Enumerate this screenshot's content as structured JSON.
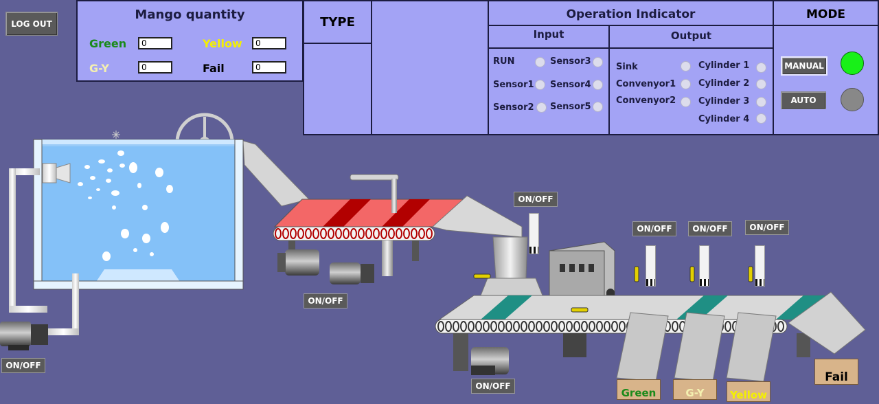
{
  "logout": {
    "label": "LOG OUT"
  },
  "mango": {
    "title": "Mango quantity",
    "green_label": "Green",
    "green_value": "0",
    "yellow_label": "Yellow",
    "yellow_value": "0",
    "gy_label": "G-Y",
    "gy_value": "0",
    "fail_label": "Fail",
    "fail_value": "0"
  },
  "type": {
    "title": "TYPE"
  },
  "operation": {
    "title": "Operation Indicator",
    "input_title": "Input",
    "output_title": "Output",
    "inputs": [
      "RUN",
      "Sensor1",
      "Sensor2",
      "Sensor3",
      "Sensor4",
      "Sensor5"
    ],
    "outputs": [
      "Sink",
      "Convenyor1",
      "Convenyor2",
      "Cylinder 1",
      "Cylinder 2",
      "Cylinder 3",
      "Cylinder 4"
    ]
  },
  "mode": {
    "title": "MODE",
    "manual_label": "MANUAL",
    "auto_label": "AUTO",
    "manual_color": "#18f018",
    "auto_color": "#888888"
  },
  "onoff": {
    "label": "ON/OFF"
  },
  "boxes": {
    "green": "Green",
    "gy": "G-Y",
    "yellow": "Yellow",
    "fail": "Fail"
  },
  "colors": {
    "background": "#5f5f96",
    "panel": "#a3a3f5",
    "green_text": "#1a8a1a",
    "yellow_text": "#f4f000",
    "gy_text": "#f4f0b0"
  }
}
